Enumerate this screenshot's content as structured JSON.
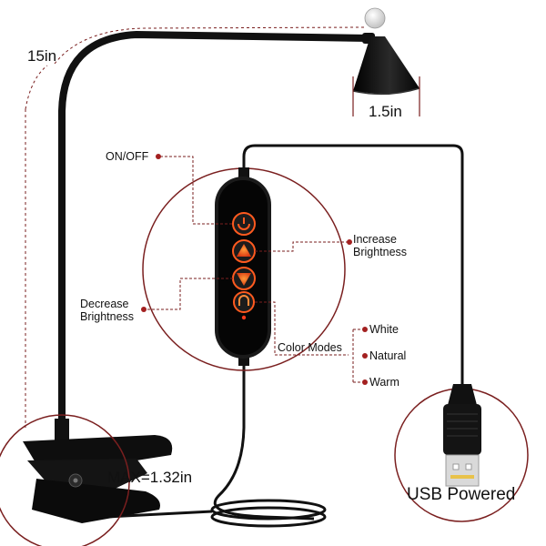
{
  "dimensions": {
    "arm_length": "15in",
    "head_width": "1.5in",
    "clip_opening": "MAX=1.32in"
  },
  "controls": {
    "on_off": "ON/OFF",
    "increase": [
      "Increase",
      "Brightness"
    ],
    "decrease": [
      "Decrease",
      "Brightness"
    ],
    "color_modes": "Color Modes",
    "modes": [
      "White",
      "Natural",
      "Warm"
    ]
  },
  "power": "USB Powered",
  "colors": {
    "accent": "#7a1f1f",
    "dot": "#a32020",
    "lamp_body": "#0d0d0d",
    "button_glow": "#ff5a1f"
  },
  "icons": [
    "power-icon",
    "triangle-up-icon",
    "triangle-down-icon",
    "mode-icon"
  ]
}
